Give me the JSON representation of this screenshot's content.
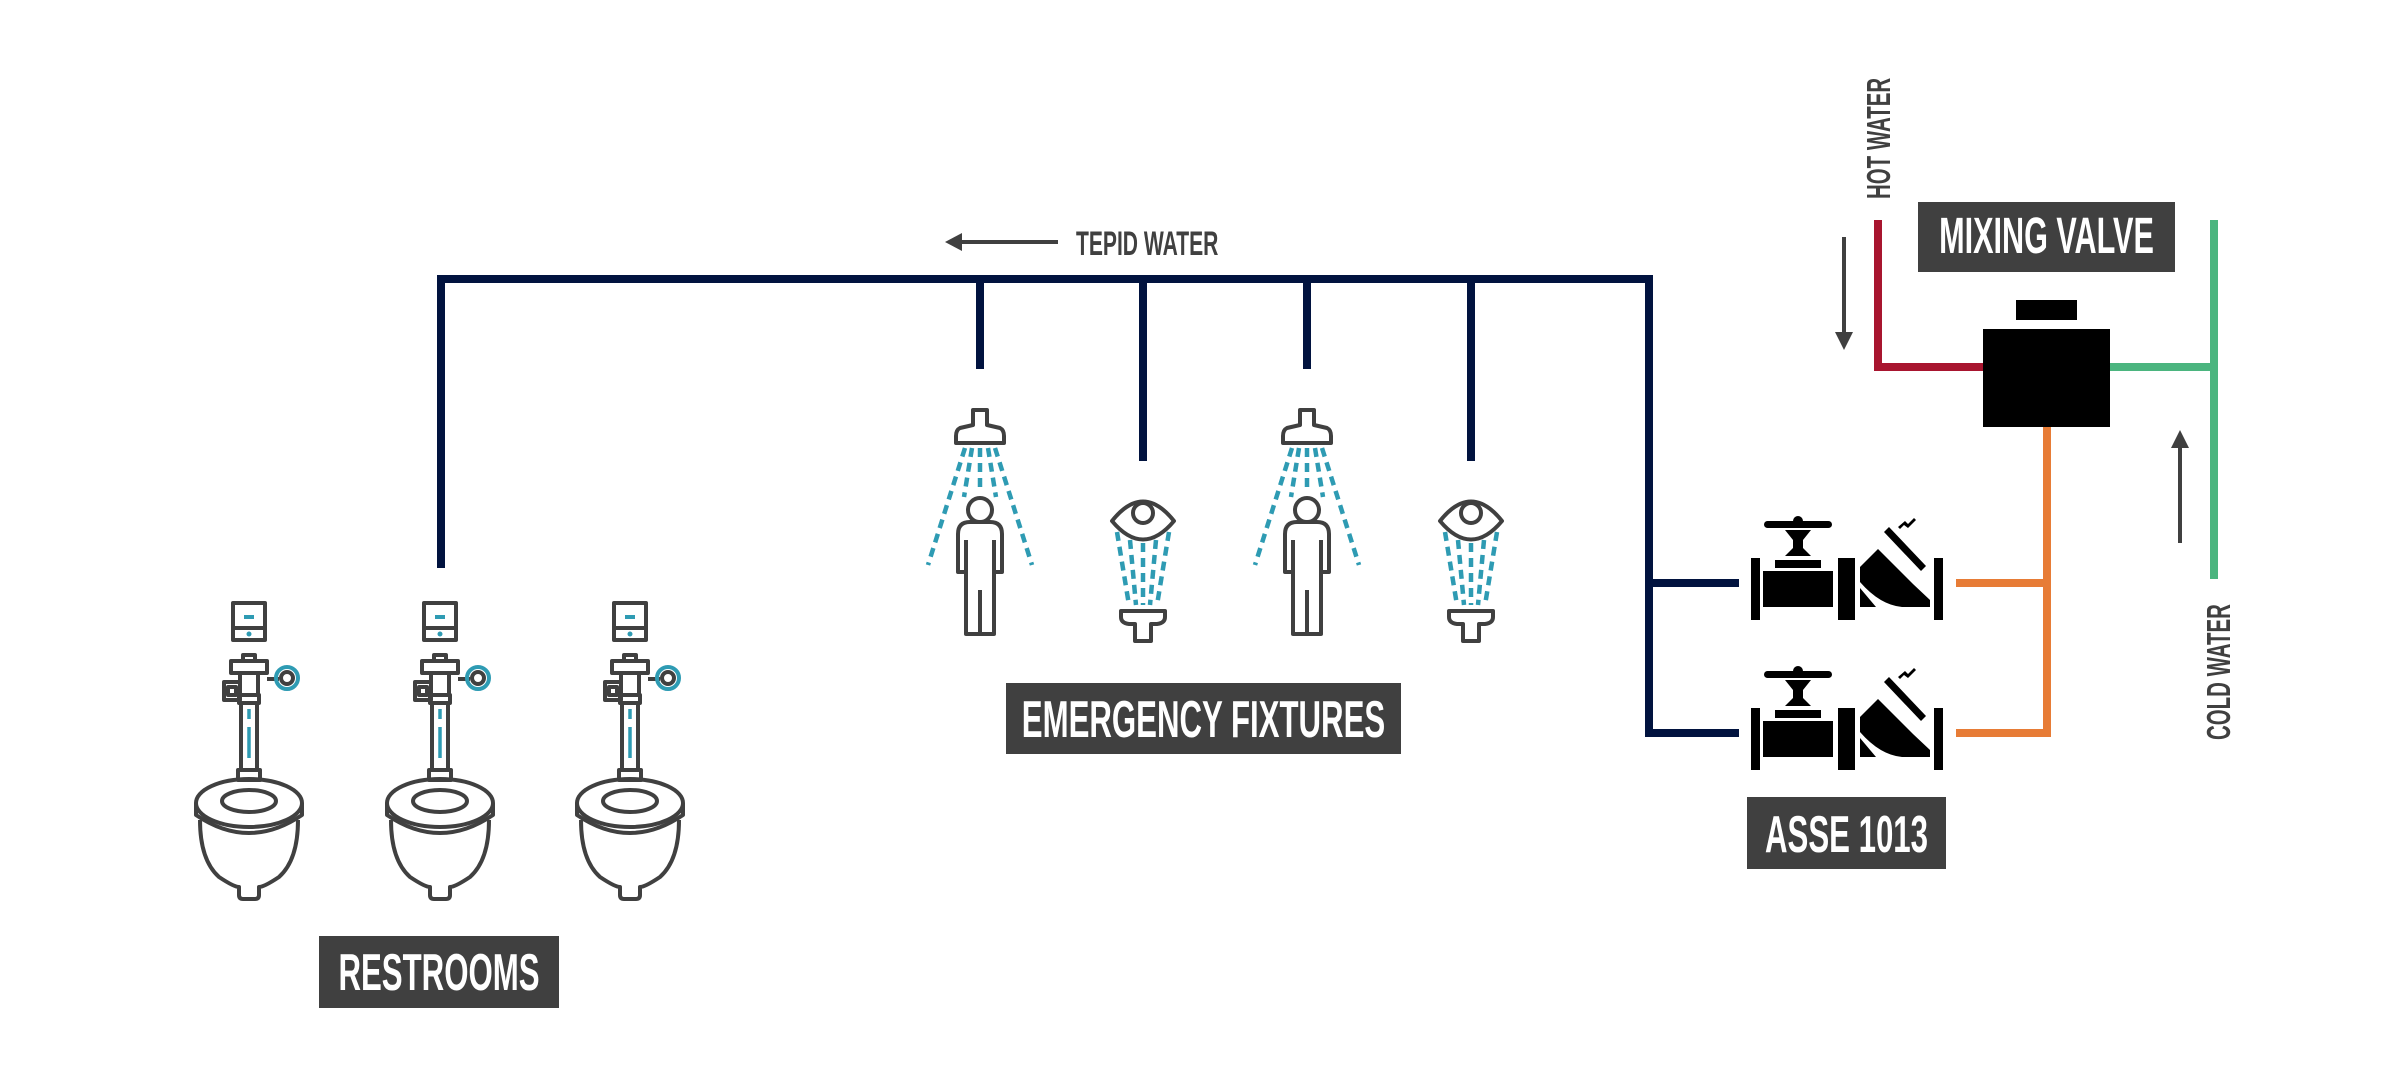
{
  "title": "Tepid water mixing valve distribution diagram",
  "colors": {
    "tepid_pipe": "#01133f",
    "hot_pipe": "#a8152f",
    "cold_pipe": "#4bb57f",
    "mixed_pipe": "#e77c36",
    "label_bg": "#404040",
    "label_text": "#ffffff",
    "icon_stroke": "#404040",
    "water_accent": "#2e9bb3",
    "valve_fill": "#000000"
  },
  "labels": {
    "tepid_water": "TEPID WATER",
    "hot_water": "HOT WATER",
    "cold_water": "COLD WATER",
    "mixing_valve": "MIXING VALVE",
    "asse": "ASSE 1013",
    "emergency_fixtures": "EMERGENCY FIXTURES",
    "restrooms": "RESTROOMS"
  },
  "flow_arrows": [
    {
      "name": "tepid-flow",
      "direction": "left"
    },
    {
      "name": "hot-flow",
      "direction": "down"
    },
    {
      "name": "cold-flow",
      "direction": "up"
    }
  ],
  "emergency_fixtures": [
    {
      "type": "emergency-shower",
      "icon": "shower-icon"
    },
    {
      "type": "eyewash",
      "icon": "eyewash-icon"
    },
    {
      "type": "emergency-shower",
      "icon": "shower-icon"
    },
    {
      "type": "eyewash",
      "icon": "eyewash-icon"
    }
  ],
  "restroom_fixtures": [
    {
      "type": "toilet-with-sensor-flush-valve",
      "icon": "toilet-icon"
    },
    {
      "type": "toilet-with-sensor-flush-valve",
      "icon": "toilet-icon"
    },
    {
      "type": "toilet-with-sensor-flush-valve",
      "icon": "toilet-icon"
    }
  ],
  "valve_assemblies": [
    {
      "components": [
        "gate-valve",
        "check-valve"
      ]
    },
    {
      "components": [
        "gate-valve",
        "check-valve"
      ]
    }
  ]
}
